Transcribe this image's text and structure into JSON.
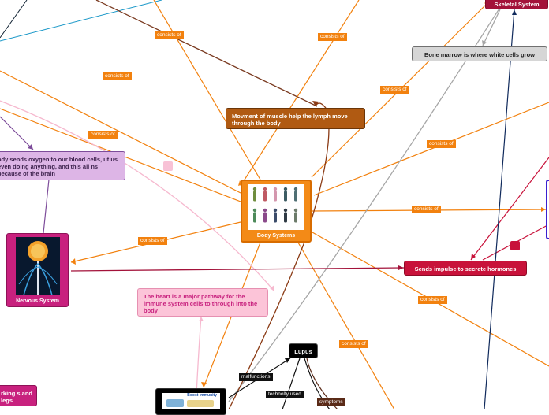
{
  "central": {
    "title": "Body Systems"
  },
  "topics": {
    "skeletal": "Skeletal System",
    "bone_marrow": "Bone marrow is where white cells grow",
    "muscle_lymph": "Movment of muscle help the lymph move through the body",
    "oxygen": "ody sends oxygen to our blood cells, ut us even doing anything, and this all ns because of the brain",
    "nervous": "Nervous System",
    "heart": "The heart is a major pathway for  the immune system cells to through into the body",
    "impulse": "Sends impulse to secrete hormones",
    "lupus": "Lupus",
    "working": "rking s and legs",
    "immunity": "Boost Immunity"
  },
  "labels": {
    "consists_of": "consists of",
    "malfunctions": "malfunctions",
    "technoly_used": "technolfy used",
    "symptoms": "symptoms"
  },
  "colors": {
    "orange": "#f2810e",
    "central_bg": "#f38a17",
    "maroon": "#a3123a",
    "brown": "#b05a12",
    "purple_bg": "#ddb5e6",
    "pink_bg": "#fcc4d8",
    "magenta": "#c8217e",
    "navy": "#102a5c",
    "blue": "#1a98c8"
  }
}
